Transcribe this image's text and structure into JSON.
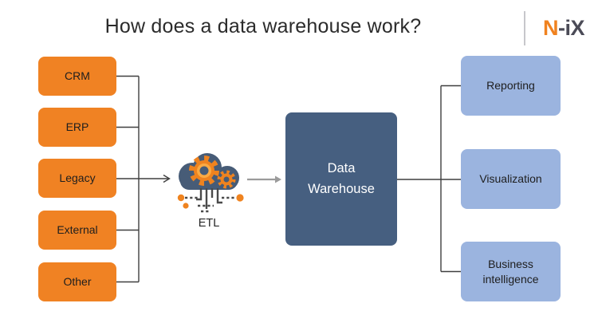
{
  "header": {
    "title": "How does a data warehouse work?",
    "logo": {
      "prefix": "N",
      "suffix": "-iX"
    }
  },
  "diagram": {
    "sources": [
      {
        "label": "CRM"
      },
      {
        "label": "ERP"
      },
      {
        "label": "Legacy"
      },
      {
        "label": "External"
      },
      {
        "label": "Other"
      }
    ],
    "etl": {
      "label": "ETL",
      "icon": "etl-cloud-gears-icon"
    },
    "warehouse": {
      "line1": "Data",
      "line2": "Warehouse"
    },
    "outputs": [
      {
        "label": "Reporting"
      },
      {
        "label": "Visualization"
      },
      {
        "label": "Business intelligence"
      }
    ],
    "colors": {
      "source_box": "#F08223",
      "warehouse_box": "#465F80",
      "output_box": "#9BB4DF",
      "connector": "#3F3F3F",
      "etl_arrow": "#9B9B9B",
      "etl_cloud": "#475C77",
      "etl_gear": "#EF831F",
      "logo_orange": "#F0821F",
      "logo_gray": "#4B4B57"
    }
  }
}
